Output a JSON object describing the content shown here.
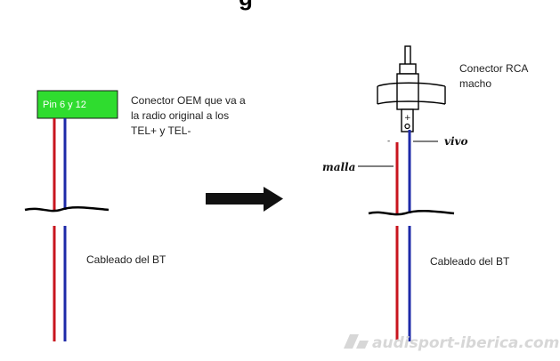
{
  "title_partial": "g",
  "left": {
    "pin_box": "Pin 6 y 12",
    "connector_lines": [
      "Conector OEM que va a",
      "la radio original a los",
      "TEL+ y TEL-"
    ],
    "cable_label": "Cableado del BT"
  },
  "right": {
    "connector_lines": [
      "Conector RCA",
      "macho"
    ],
    "plus_sign": "+",
    "minus_sign": "-",
    "vivo_label": "vivo",
    "malla_label": "malla",
    "cable_label": "Cableado del BT"
  },
  "watermark": "audisport-iberica.com",
  "colors": {
    "red_wire": "#c8141e",
    "blue_wire": "#1e2aa8",
    "pin_box_fill": "#2fdc2f",
    "arrow": "#111111",
    "watermark": "#d7d7d7"
  }
}
